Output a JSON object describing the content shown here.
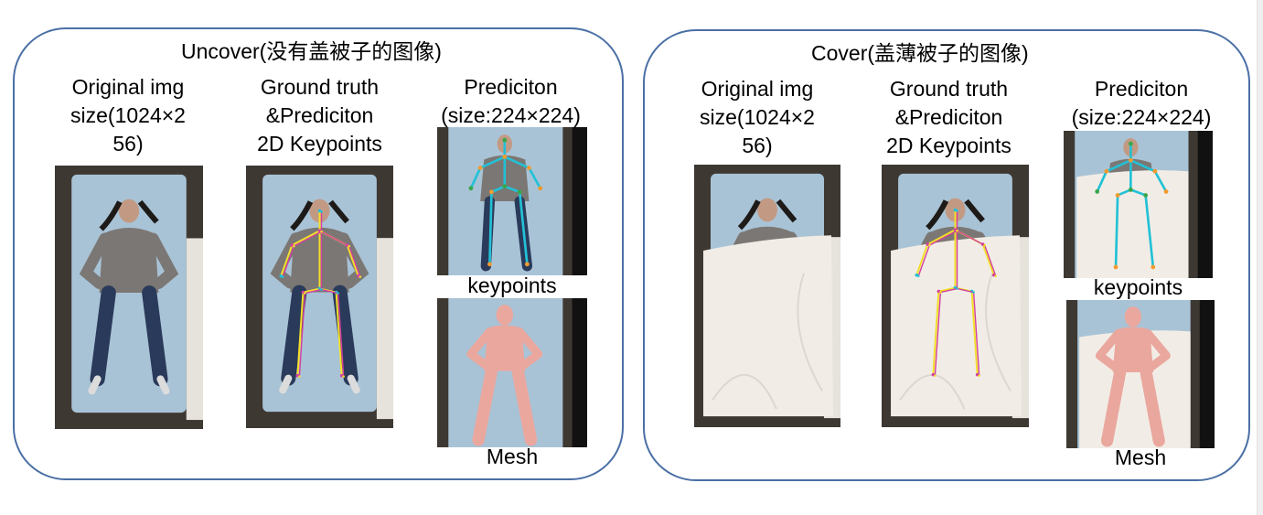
{
  "panels": [
    {
      "title": "Uncover(没有盖被子的图像)",
      "col1": [
        "Original img",
        "size(1024×2",
        "56)"
      ],
      "col2": [
        "Ground truth",
        "&Prediciton",
        "2D Keypoints"
      ],
      "col3": [
        "Prediciton",
        "(size:224×224)"
      ],
      "keypoints_label": "keypoints",
      "mesh_label": "Mesh",
      "covered": false
    },
    {
      "title": "Cover(盖薄被子的图像)",
      "col1": [
        "Original img",
        "size(1024×2",
        "56)"
      ],
      "col2": [
        "Ground truth",
        "&Prediciton",
        "2D Keypoints"
      ],
      "col3": [
        "Prediciton",
        "(size:224×224)"
      ],
      "keypoints_label": "keypoints",
      "mesh_label": "Mesh",
      "covered": true
    }
  ],
  "colors": {
    "border": "#4a6fa5",
    "mattress": "#a9c3d6",
    "sheet": "#f1ede6",
    "mesh": "#eaa79e",
    "limb_cyan": "#22c1d6",
    "joint_orange": "#f29a2e",
    "joint_green": "#3aa64a",
    "gt_yellow": "#f2df2a",
    "gt_magenta": "#d43fa0"
  }
}
